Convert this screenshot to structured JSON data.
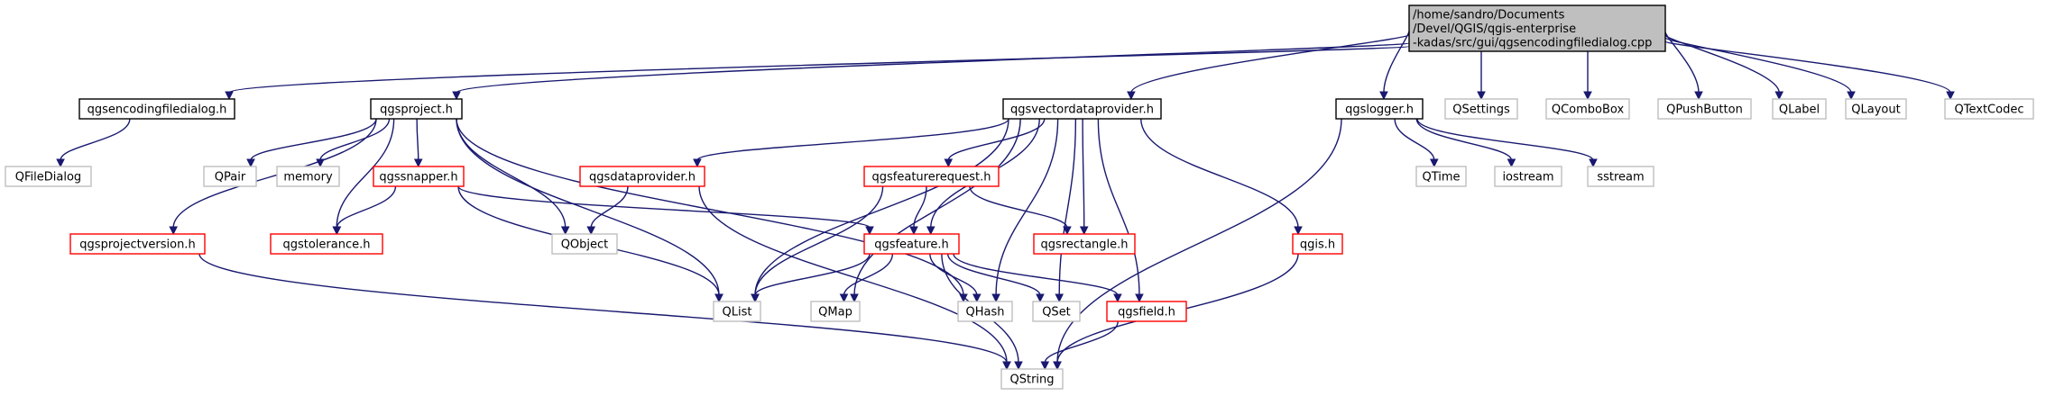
{
  "colors": {
    "root_fill": "#bfbfbf",
    "root_stroke": "#000000",
    "black_stroke": "#000000",
    "red_stroke": "#ff0000",
    "gray_stroke": "#bfbfbf",
    "edge": "#191970"
  },
  "nodes": [
    {
      "id": "root",
      "lines": [
        "/home/sandro/Documents",
        "/Devel/QGIS/qgis-enterprise",
        "-kadas/src/gui/qgsencodingfiledialog.cpp"
      ],
      "style": "root"
    },
    {
      "id": "qgsencodingfiledialog_h",
      "lines": [
        "qgsencodingfiledialog.h"
      ],
      "style": "black"
    },
    {
      "id": "qgsproject_h",
      "lines": [
        "qgsproject.h"
      ],
      "style": "black"
    },
    {
      "id": "qgsvectordataprovider_h",
      "lines": [
        "qgsvectordataprovider.h"
      ],
      "style": "black"
    },
    {
      "id": "qgslogger_h",
      "lines": [
        "qgslogger.h"
      ],
      "style": "black"
    },
    {
      "id": "QSettings",
      "lines": [
        "QSettings"
      ],
      "style": "gray"
    },
    {
      "id": "QComboBox",
      "lines": [
        "QComboBox"
      ],
      "style": "gray"
    },
    {
      "id": "QPushButton",
      "lines": [
        "QPushButton"
      ],
      "style": "gray"
    },
    {
      "id": "QLabel",
      "lines": [
        "QLabel"
      ],
      "style": "gray"
    },
    {
      "id": "QLayout",
      "lines": [
        "QLayout"
      ],
      "style": "gray"
    },
    {
      "id": "QTextCodec",
      "lines": [
        "QTextCodec"
      ],
      "style": "gray"
    },
    {
      "id": "QFileDialog",
      "lines": [
        "QFileDialog"
      ],
      "style": "gray"
    },
    {
      "id": "QPair",
      "lines": [
        "QPair"
      ],
      "style": "gray"
    },
    {
      "id": "memory",
      "lines": [
        "memory"
      ],
      "style": "gray"
    },
    {
      "id": "qgssnapper_h",
      "lines": [
        "qgssnapper.h"
      ],
      "style": "red"
    },
    {
      "id": "qgsdataprovider_h",
      "lines": [
        "qgsdataprovider.h"
      ],
      "style": "red"
    },
    {
      "id": "qgsfeaturerequest_h",
      "lines": [
        "qgsfeaturerequest.h"
      ],
      "style": "red"
    },
    {
      "id": "qgsprojectversion_h",
      "lines": [
        "qgsprojectversion.h"
      ],
      "style": "red"
    },
    {
      "id": "qgstolerance_h",
      "lines": [
        "qgstolerance.h"
      ],
      "style": "red"
    },
    {
      "id": "QObject",
      "lines": [
        "QObject"
      ],
      "style": "gray"
    },
    {
      "id": "qgsfeature_h",
      "lines": [
        "qgsfeature.h"
      ],
      "style": "red"
    },
    {
      "id": "qgsrectangle_h",
      "lines": [
        "qgsrectangle.h"
      ],
      "style": "red"
    },
    {
      "id": "qgis_h",
      "lines": [
        "qgis.h"
      ],
      "style": "red"
    },
    {
      "id": "QTime",
      "lines": [
        "QTime"
      ],
      "style": "gray"
    },
    {
      "id": "iostream",
      "lines": [
        "iostream"
      ],
      "style": "gray"
    },
    {
      "id": "sstream",
      "lines": [
        "sstream"
      ],
      "style": "gray"
    },
    {
      "id": "QList",
      "lines": [
        "QList"
      ],
      "style": "gray"
    },
    {
      "id": "QMap",
      "lines": [
        "QMap"
      ],
      "style": "gray"
    },
    {
      "id": "QHash",
      "lines": [
        "QHash"
      ],
      "style": "gray"
    },
    {
      "id": "QSet",
      "lines": [
        "QSet"
      ],
      "style": "gray"
    },
    {
      "id": "qgsfield_h",
      "lines": [
        "qgsfield.h"
      ],
      "style": "red"
    },
    {
      "id": "QString",
      "lines": [
        "QString"
      ],
      "style": "gray"
    }
  ],
  "edges": [
    [
      "root",
      "qgsencodingfiledialog_h"
    ],
    [
      "root",
      "qgsproject_h"
    ],
    [
      "root",
      "qgsvectordataprovider_h"
    ],
    [
      "root",
      "qgslogger_h"
    ],
    [
      "root",
      "QSettings"
    ],
    [
      "root",
      "QComboBox"
    ],
    [
      "root",
      "QPushButton"
    ],
    [
      "root",
      "QLabel"
    ],
    [
      "root",
      "QLayout"
    ],
    [
      "root",
      "QTextCodec"
    ],
    [
      "qgsencodingfiledialog_h",
      "QFileDialog"
    ],
    [
      "qgsproject_h",
      "QPair"
    ],
    [
      "qgsproject_h",
      "memory"
    ],
    [
      "qgsproject_h",
      "qgssnapper_h"
    ],
    [
      "qgsproject_h",
      "qgsprojectversion_h"
    ],
    [
      "qgsproject_h",
      "qgstolerance_h"
    ],
    [
      "qgsproject_h",
      "QObject"
    ],
    [
      "qgsproject_h",
      "QList"
    ],
    [
      "qgsproject_h",
      "QHash"
    ],
    [
      "qgssnapper_h",
      "qgstolerance_h"
    ],
    [
      "qgssnapper_h",
      "qgsfeature_h"
    ],
    [
      "qgssnapper_h",
      "QList"
    ],
    [
      "qgsvectordataprovider_h",
      "qgsdataprovider_h"
    ],
    [
      "qgsvectordataprovider_h",
      "qgsfeaturerequest_h"
    ],
    [
      "qgsvectordataprovider_h",
      "qgsrectangle_h"
    ],
    [
      "qgsvectordataprovider_h",
      "qgis_h"
    ],
    [
      "qgsvectordataprovider_h",
      "qgsfeature_h"
    ],
    [
      "qgsvectordataprovider_h",
      "QList"
    ],
    [
      "qgsvectordataprovider_h",
      "QMap"
    ],
    [
      "qgsvectordataprovider_h",
      "QHash"
    ],
    [
      "qgsvectordataprovider_h",
      "QSet"
    ],
    [
      "qgsvectordataprovider_h",
      "qgsfield_h"
    ],
    [
      "qgsdataprovider_h",
      "QObject"
    ],
    [
      "qgsdataprovider_h",
      "QString"
    ],
    [
      "qgsfeaturerequest_h",
      "qgsfeature_h"
    ],
    [
      "qgsfeaturerequest_h",
      "qgsrectangle_h"
    ],
    [
      "qgsfeaturerequest_h",
      "QList"
    ],
    [
      "qgsfeature_h",
      "QList"
    ],
    [
      "qgsfeature_h",
      "QMap"
    ],
    [
      "qgsfeature_h",
      "QHash"
    ],
    [
      "qgsfeature_h",
      "QSet"
    ],
    [
      "qgsfeature_h",
      "qgsfield_h"
    ],
    [
      "qgsfeature_h",
      "QString"
    ],
    [
      "qgsfield_h",
      "QString"
    ],
    [
      "qgsprojectversion_h",
      "QString"
    ],
    [
      "qgis_h",
      "QString"
    ],
    [
      "qgslogger_h",
      "QTime"
    ],
    [
      "qgslogger_h",
      "iostream"
    ],
    [
      "qgslogger_h",
      "sstream"
    ],
    [
      "qgslogger_h",
      "QString"
    ]
  ]
}
